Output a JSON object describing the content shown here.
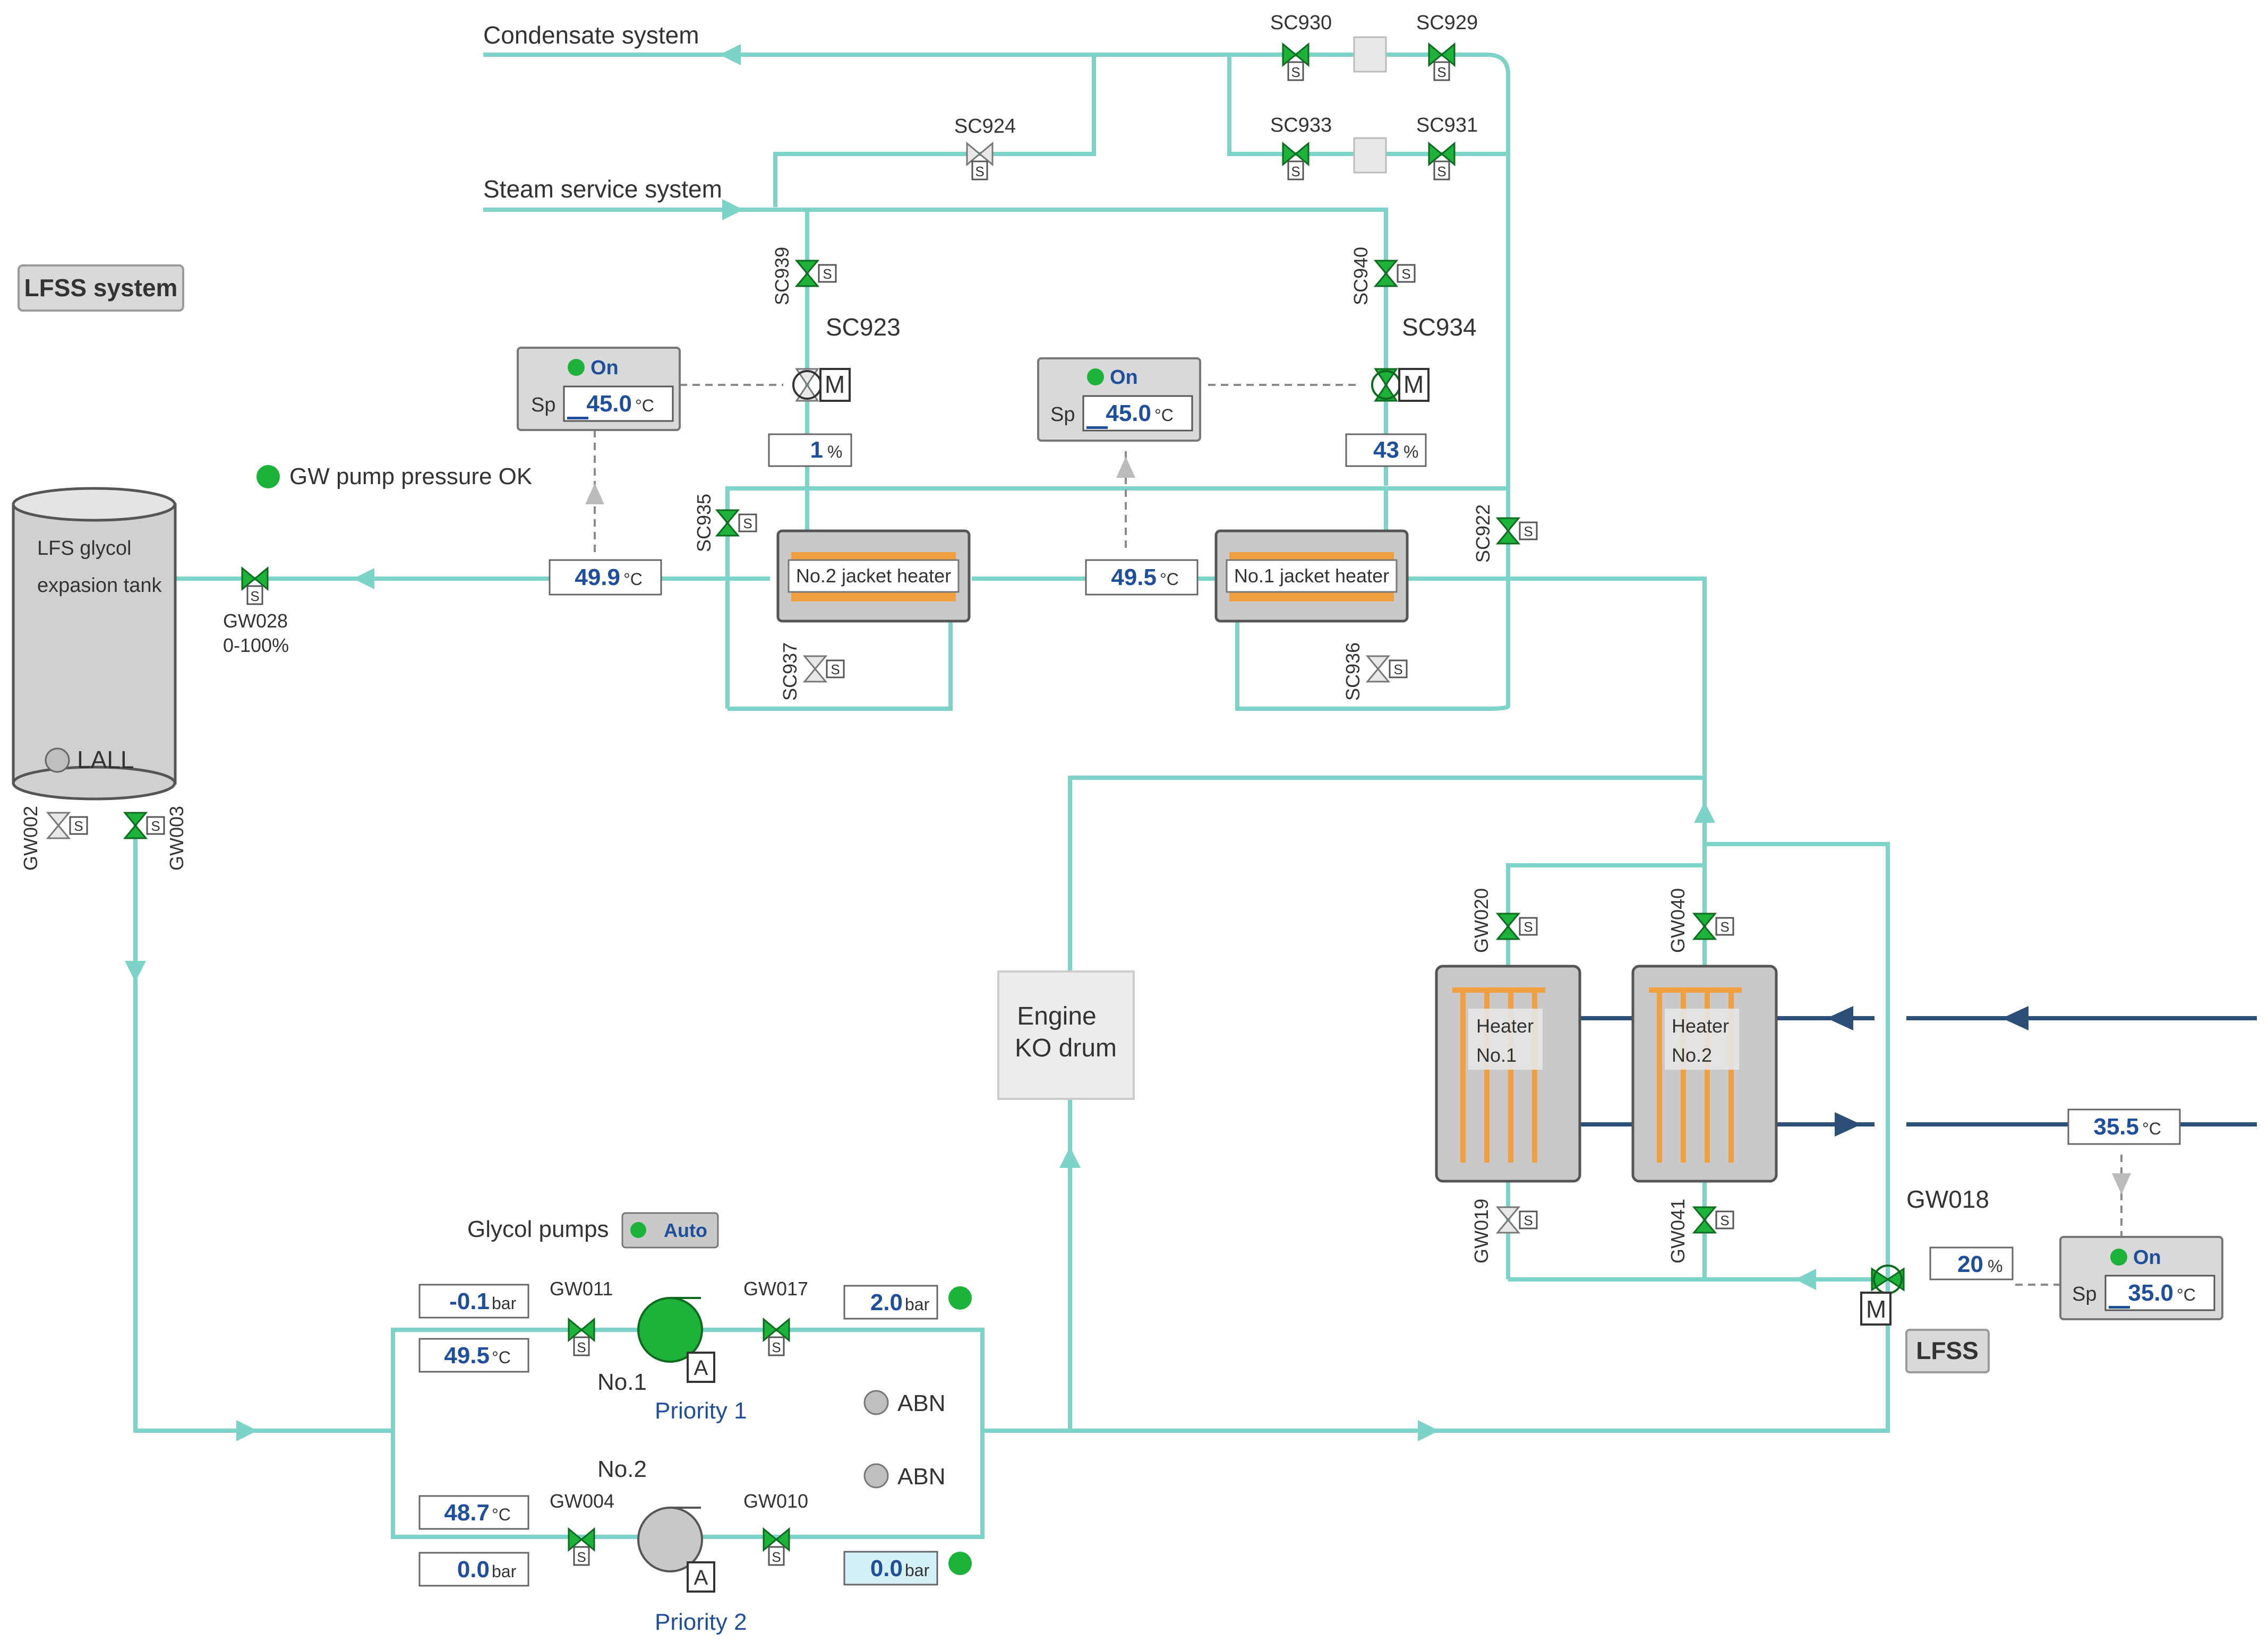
{
  "title_button": "LFSS system",
  "systems": {
    "condensate": "Condensate system",
    "steam_service": "Steam service system"
  },
  "tank": {
    "line1": "LFS glycol",
    "line2": "expasion tank",
    "alarm": "LALL"
  },
  "pump_pressure_status": "GW pump pressure OK",
  "valves": {
    "SC930": "SC930",
    "SC929": "SC929",
    "SC933": "SC933",
    "SC931": "SC931",
    "SC924": "SC924",
    "SC939": "SC939",
    "SC940": "SC940",
    "SC935": "SC935",
    "SC937": "SC937",
    "SC936": "SC936",
    "SC922": "SC922",
    "GW028": "GW028",
    "GW028_range": "0-100%",
    "GW002": "GW002",
    "GW003": "GW003",
    "GW020": "GW020",
    "GW040": "GW040",
    "GW019": "GW019",
    "GW041": "GW041",
    "GW011": "GW011",
    "GW017": "GW017",
    "GW004": "GW004",
    "GW010": "GW010",
    "GW018": "GW018"
  },
  "motor_valves": {
    "sc923": {
      "tag": "SC923",
      "opening": "1",
      "unit": "%"
    },
    "sc934": {
      "tag": "SC934",
      "opening": "43",
      "unit": "%"
    },
    "gw018": {
      "opening": "20",
      "unit": "%"
    }
  },
  "controllers": {
    "sc923": {
      "status": "On",
      "sp_label": "Sp",
      "sp_value": "45.0",
      "unit": "°C"
    },
    "sc934": {
      "status": "On",
      "sp_label": "Sp",
      "sp_value": "45.0",
      "unit": "°C"
    },
    "gw018": {
      "status": "On",
      "sp_label": "Sp",
      "sp_value": "35.0",
      "unit": "°C"
    }
  },
  "heaters": {
    "jacket2": "No.2 jacket heater",
    "jacket1": "No.1 jacket heater",
    "heater1_l1": "Heater",
    "heater1_l2": "No.1",
    "heater2_l1": "Heater",
    "heater2_l2": "No.2"
  },
  "temps": {
    "t_outlet": "49.9",
    "t_mid": "49.5",
    "t_hx_out": "35.5",
    "unit": "°C"
  },
  "ko_drum": {
    "line1": "Engine",
    "line2": "KO drum"
  },
  "lfss_button": "LFSS",
  "pumps": {
    "group_label": "Glycol pumps",
    "mode": "Auto",
    "pump1": {
      "name": "No.1",
      "priority": "Priority 1",
      "suction_p": "-0.1",
      "suction_t": "49.5",
      "discharge_p": "2.0",
      "motor": "A"
    },
    "pump2": {
      "name": "No.2",
      "priority": "Priority 2",
      "suction_p": "0.0",
      "suction_t": "48.7",
      "discharge_p": "0.0",
      "motor": "A"
    },
    "abn": "ABN",
    "unit_bar": "bar",
    "unit_c": "°C"
  },
  "valve_s": "S",
  "motor_m": "M",
  "colors": {
    "pipe": "#7dd3c8",
    "pipe_dark": "#2c4f77",
    "valve_open": "#1db33a",
    "value_text": "#1f4e9a",
    "panel": "#d9d9d9"
  }
}
